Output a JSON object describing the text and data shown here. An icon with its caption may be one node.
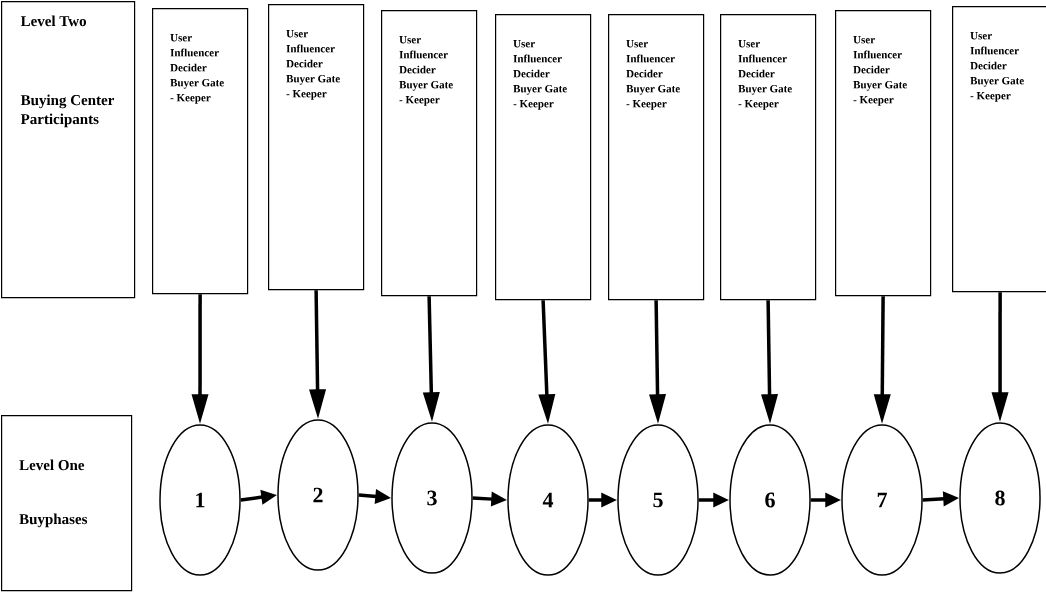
{
  "diagram": {
    "nodes": [
      {
        "text": [
          "Level Two",
          "Buying Center Participants"
        ]
      },
      {
        "text": [
          "User Influencer Decider Buyer Gate - Keeper"
        ]
      },
      {
        "text": [
          "User Influencer Decider Buyer Gate - Keeper"
        ]
      },
      {
        "text": [
          "User Influencer Decider Buyer Gate - Keeper"
        ]
      },
      {
        "text": [
          "User Influencer Decider Buyer Gate - Keeper"
        ]
      },
      {
        "text": [
          "User Influencer Decider Buyer Gate - Keeper"
        ]
      },
      {
        "text": [
          "User Influencer Decider Buyer Gate - Keeper"
        ]
      },
      {
        "text": [
          "User Influencer Decider Buyer Gate - Keeper"
        ]
      },
      {
        "text": [
          "User Influencer Decider Buyer Gate - Keeper"
        ]
      },
      {
        "text": [
          "Level One",
          "Buyphases"
        ]
      },
      {
        "text": [
          "1"
        ]
      },
      {
        "text": [
          "2"
        ]
      },
      {
        "text": [
          "3"
        ]
      },
      {
        "text": [
          "4"
        ]
      },
      {
        "text": [
          "5"
        ]
      },
      {
        "text": [
          "6"
        ]
      },
      {
        "text": [
          "7"
        ]
      },
      {
        "text": [
          "8"
        ]
      }
    ],
    "edges": [
      {
        "from": 1,
        "to": 10,
        "arrow": "to"
      },
      {
        "from": 2,
        "to": 11,
        "arrow": "to"
      },
      {
        "from": 3,
        "to": 12,
        "arrow": "to"
      },
      {
        "from": 4,
        "to": 13,
        "arrow": "to"
      },
      {
        "from": 5,
        "to": 14,
        "arrow": "to"
      },
      {
        "from": 6,
        "to": 15,
        "arrow": "to"
      },
      {
        "from": 7,
        "to": 16,
        "arrow": "to"
      },
      {
        "from": 8,
        "to": 17,
        "arrow": "to"
      },
      {
        "from": 10,
        "to": 11,
        "arrow": "to"
      },
      {
        "from": 11,
        "to": 12,
        "arrow": "to"
      },
      {
        "from": 12,
        "to": 13,
        "arrow": "to"
      },
      {
        "from": 13,
        "to": 14,
        "arrow": "to"
      },
      {
        "from": 14,
        "to": 15,
        "arrow": "to"
      },
      {
        "from": 15,
        "to": 16,
        "arrow": "to"
      },
      {
        "from": 16,
        "to": 17,
        "arrow": "to"
      }
    ]
  }
}
